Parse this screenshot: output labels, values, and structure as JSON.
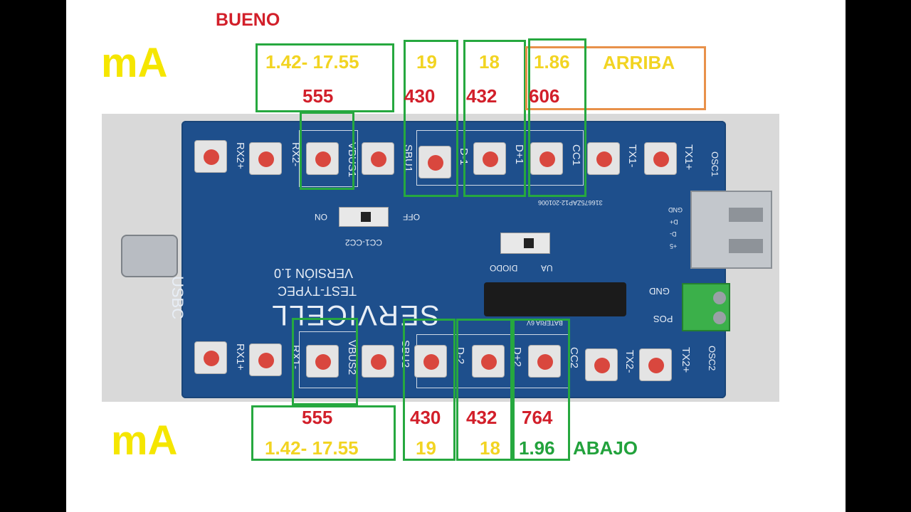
{
  "labels": {
    "bueno": "BUENO",
    "ma_top": "mA",
    "ma_bottom": "mA",
    "arriba": "ARRIBA",
    "abajo": "ABAJO"
  },
  "top_readings": {
    "range": "1.42- 17.55",
    "sbu1_ma": "19",
    "dplus1_ma": "18",
    "cc1_ma": "1.86",
    "vbus1_ohm": "555",
    "sbu1_ohm": "430",
    "dplus1_ohm": "432",
    "cc1_ohm": "606"
  },
  "bottom_readings": {
    "vbus2_ohm": "555",
    "sbu2_ohm": "430",
    "dminus2_ohm": "432",
    "cc2_ohm": "764",
    "range": "1.42- 17.55",
    "sbu2_ma": "19",
    "dminus2_ma": "18",
    "cc2_ma": "1.96"
  },
  "board": {
    "brand": "SERVICELL",
    "model": "TEST-TYPEC",
    "version": "VERSIÓN 1.0",
    "usbc": "USBC",
    "on": "ON",
    "off": "OFF",
    "cc_switch": "CC1-CC2",
    "diodo": "DIODO",
    "ua": "UA",
    "part_code": "316675ZAP12-201006",
    "bateria": "BATERIA 6V",
    "gnd": "GND",
    "pos": "POS",
    "osc1": "OSC1",
    "osc2": "OSC2",
    "usb_pins": [
      "GND",
      "D+",
      "D-",
      "+5"
    ],
    "top_pins": [
      "RX2+",
      "RX2-",
      "VBUS1",
      "SBU1",
      "D-1",
      "D+1",
      "CC1",
      "TX1-",
      "TX1+"
    ],
    "bottom_pins": [
      "RX1+",
      "RX1-",
      "VBUS2",
      "SBU2",
      "D-2",
      "D+2",
      "CC2",
      "TX2-",
      "TX2+"
    ]
  },
  "colors": {
    "red_text": "#d21f2a",
    "yellow_text": "#f2d422",
    "green_box": "#26a83f",
    "orange_box": "#e8914a",
    "pcb_blue": "#1e4f8c"
  }
}
